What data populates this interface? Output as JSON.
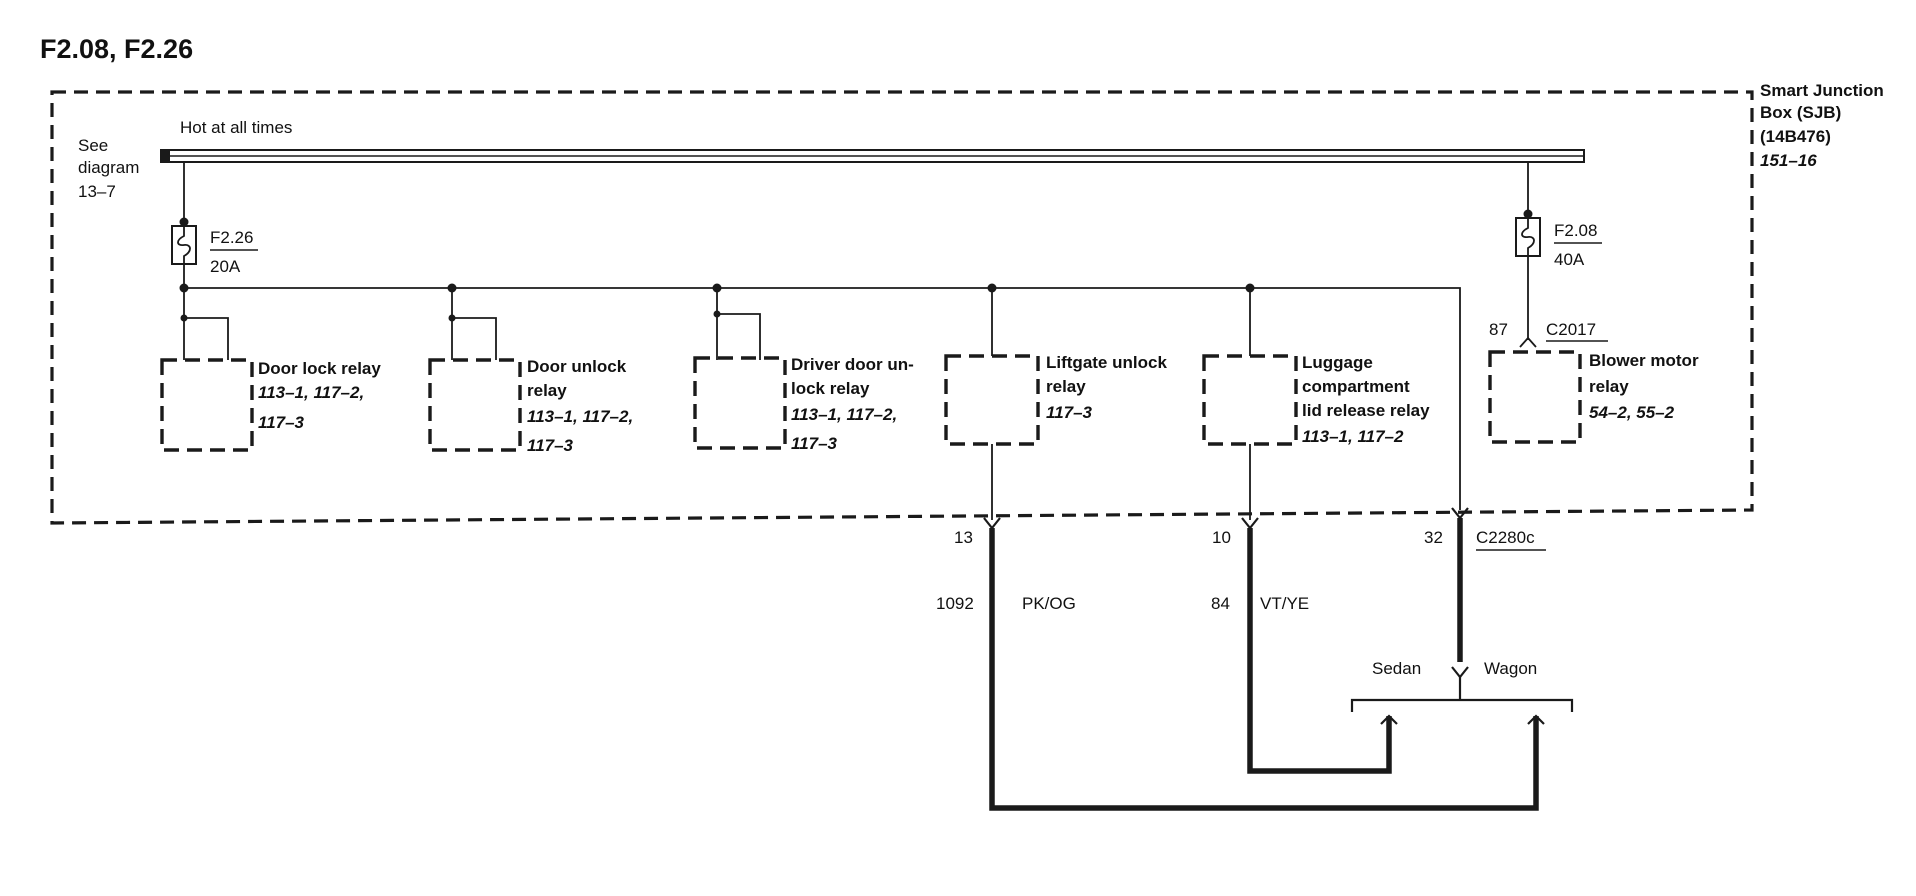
{
  "title": "F2.08, F2.26",
  "sjb": {
    "name_line1": "Smart Junction",
    "name_line2": "Box (SJB)",
    "part": "(14B476)",
    "ref": "151–16"
  },
  "busbar": {
    "label": "Hot at all times",
    "see_line1": "See",
    "see_line2": "diagram",
    "see_line3": "13–7"
  },
  "fuses": [
    {
      "id": "F2.26",
      "rating": "20A"
    },
    {
      "id": "F2.08",
      "rating": "40A"
    }
  ],
  "relays": [
    {
      "lines": [
        "Door lock relay"
      ],
      "refs": [
        "113–1, 117–2,",
        "117–3"
      ]
    },
    {
      "lines": [
        "Door unlock",
        "relay"
      ],
      "refs": [
        "113–1, 117–2,",
        "117–3"
      ]
    },
    {
      "lines": [
        "Driver door un-",
        "lock relay"
      ],
      "refs": [
        "113–1, 117–2,",
        "117–3"
      ]
    },
    {
      "lines": [
        "Liftgate unlock",
        "relay"
      ],
      "refs": [
        "117–3"
      ]
    },
    {
      "lines": [
        "Luggage",
        "compartment",
        "lid release relay"
      ],
      "refs": [
        "113–1, 117–2"
      ]
    },
    {
      "lines": [
        "Blower motor",
        "relay"
      ],
      "refs": [
        "54–2, 55–2"
      ]
    }
  ],
  "connectors": {
    "c2017": {
      "name": "C2017",
      "pin": "87"
    },
    "c2280": {
      "name": "C2280c",
      "pins": [
        "13",
        "10",
        "32"
      ]
    }
  },
  "circuits": [
    {
      "number": "1092",
      "color": "PK/OG"
    },
    {
      "number": "84",
      "color": "VT/YE"
    }
  ],
  "options": {
    "left": "Sedan",
    "right": "Wagon"
  }
}
